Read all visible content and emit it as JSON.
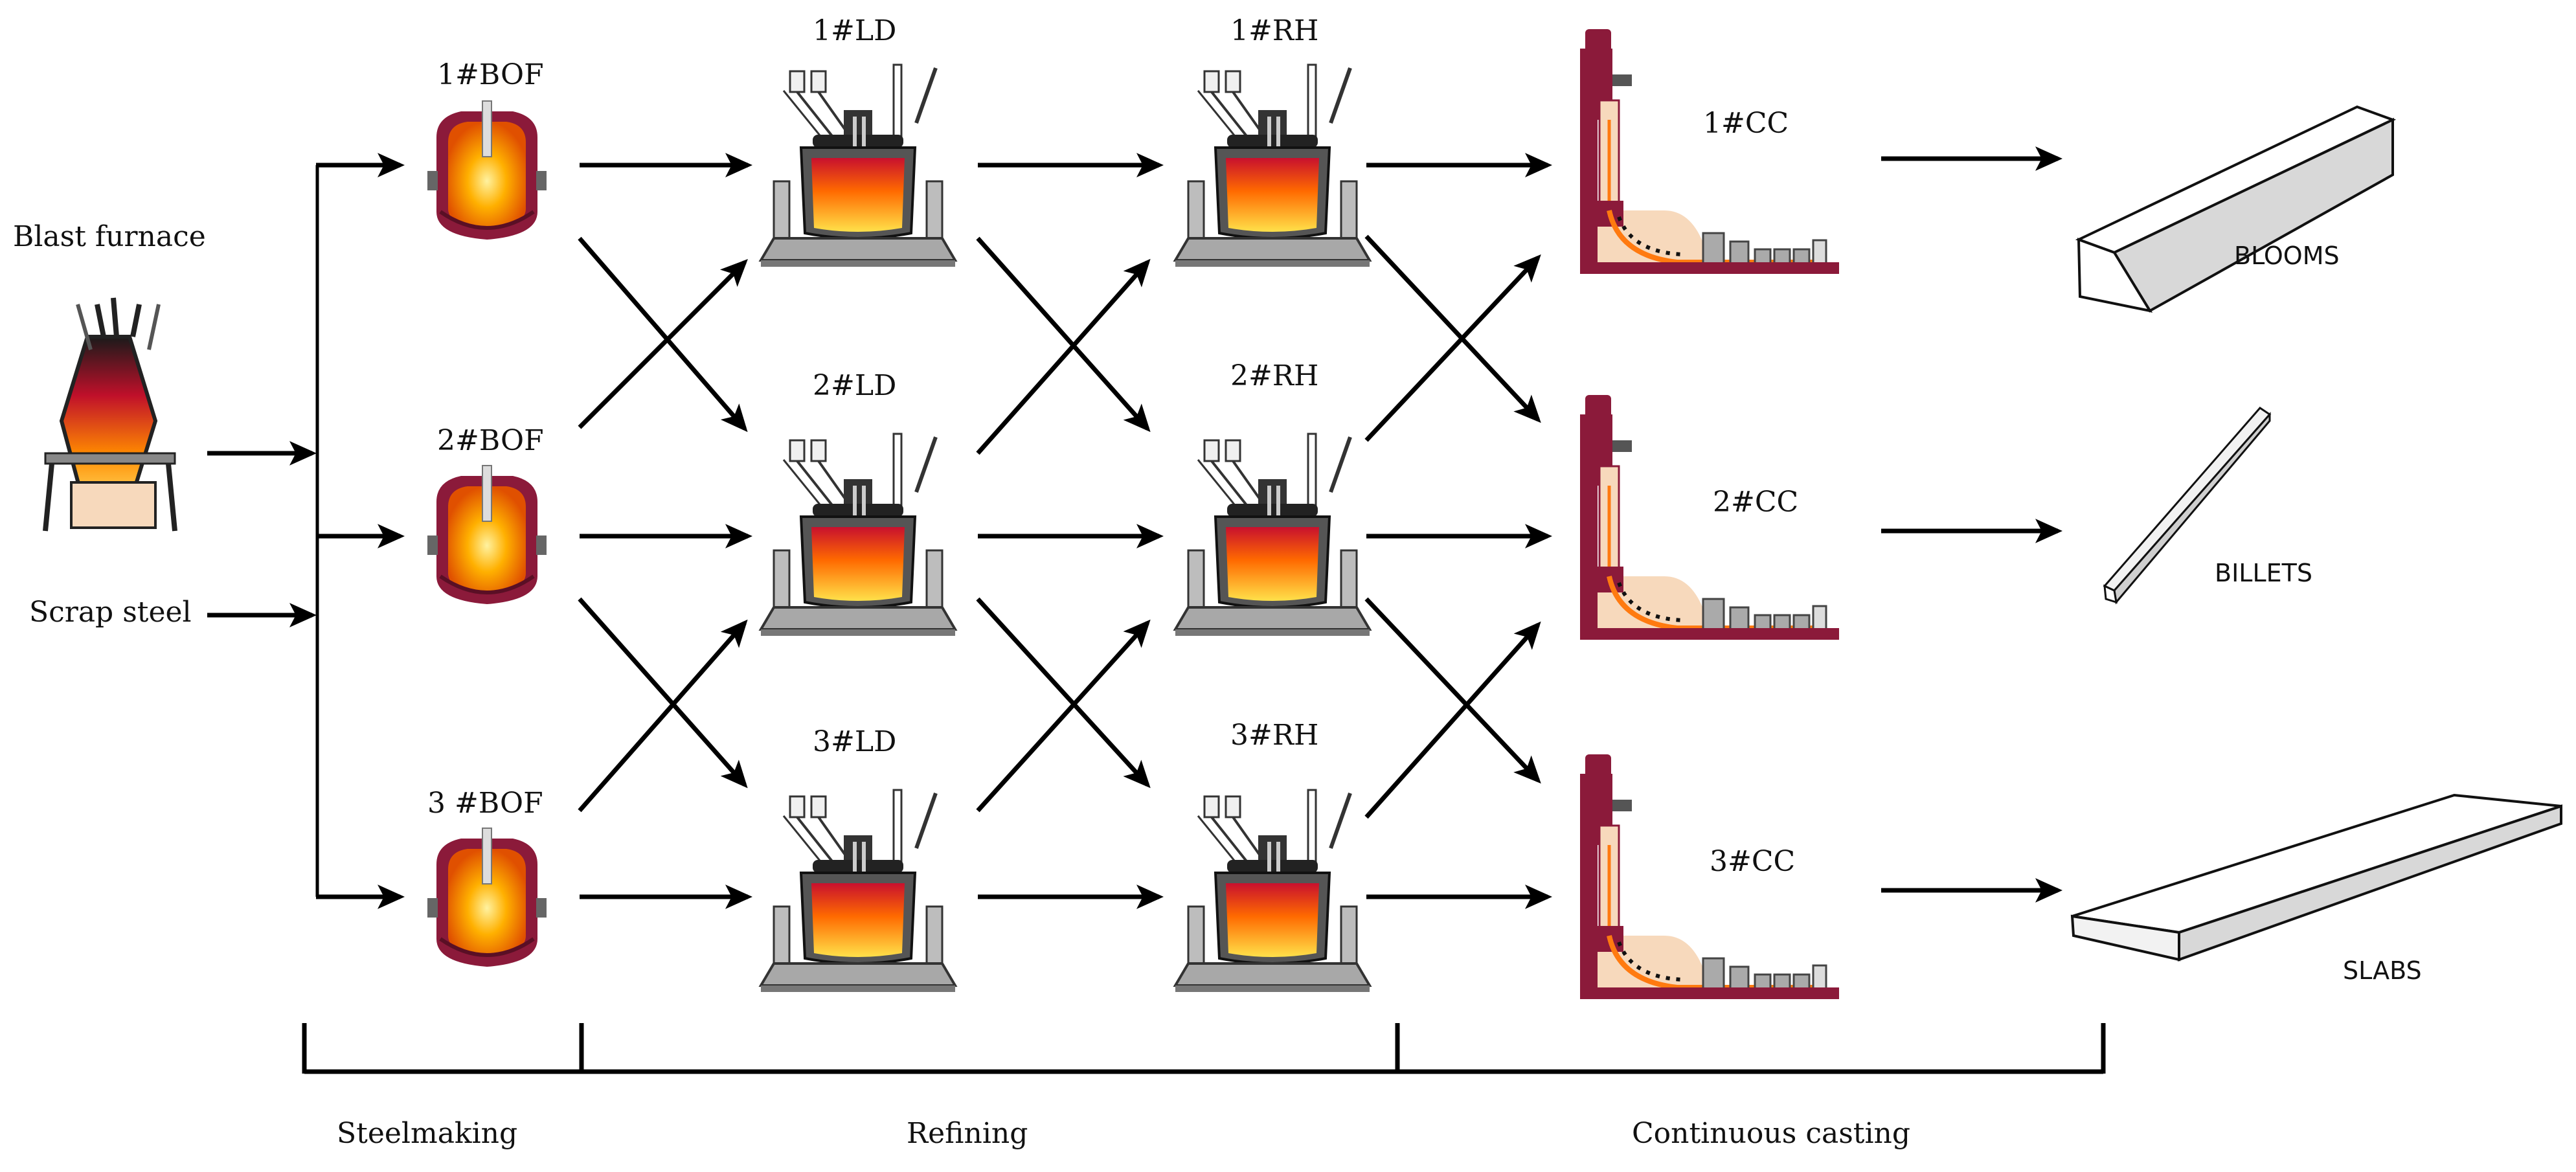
{
  "inputs": {
    "blast_furnace": "Blast furnace",
    "scrap_steel": "Scrap steel"
  },
  "bof": [
    "1#BOF",
    "2#BOF",
    "3 #BOF"
  ],
  "ld": [
    "1#LD",
    "2#LD",
    "3#LD"
  ],
  "rh": [
    "1#RH",
    "2#RH",
    "3#RH"
  ],
  "cc": [
    "1#CC",
    "2#CC",
    "3#CC"
  ],
  "products": [
    "BLOOMS",
    "BILLETS",
    "SLABS"
  ],
  "stages": {
    "steelmaking": "Steelmaking",
    "refining": "Refining",
    "continuous_casting": "Continuous casting"
  },
  "colors": {
    "furnace_red": "#8b1a3a",
    "molten_yellow": "#ffd21e",
    "molten_orange": "#ff7a10",
    "equipment_gray": "#9a9a9a",
    "caster_base": "#f7d9bc"
  }
}
